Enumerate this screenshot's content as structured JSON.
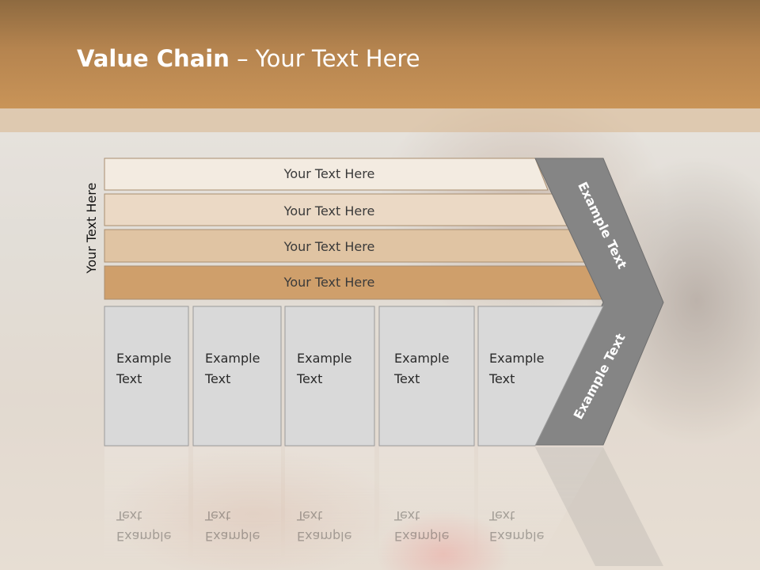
{
  "slide": {
    "title_bold": "Value Chain",
    "title_rest": " – Your Text Here",
    "side_label": "Your Text Here"
  },
  "rows": [
    {
      "label": "Your Text Here",
      "color": "#f3ebe1"
    },
    {
      "label": "Your Text Here",
      "color": "#ebd9c5"
    },
    {
      "label": "Your Text Here",
      "color": "#e0c4a3"
    },
    {
      "label": "Your Text Here",
      "color": "#cf9f6b"
    }
  ],
  "activities": [
    {
      "line1": "Example",
      "line2": "Text"
    },
    {
      "line1": "Example",
      "line2": "Text"
    },
    {
      "line1": "Example",
      "line2": "Text"
    },
    {
      "line1": "Example",
      "line2": "Text"
    },
    {
      "line1": "Example",
      "line2": "Text"
    }
  ],
  "arrow": {
    "upper_label": "Example Text",
    "lower_label": "Example Text",
    "color": "#858585"
  },
  "colors": {
    "header": "#b5844f",
    "box_fill": "#d9d9d9",
    "box_stroke": "#9a9a9a"
  }
}
